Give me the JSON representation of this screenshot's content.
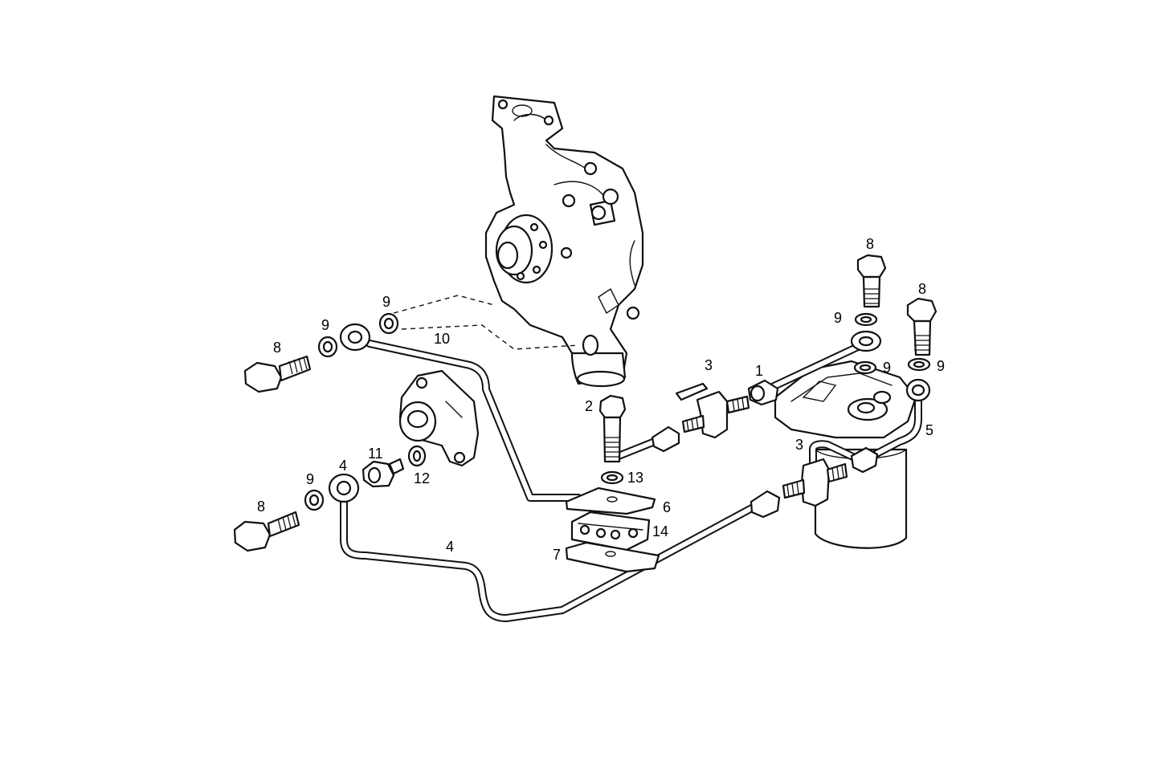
{
  "labels": {
    "l1": "1",
    "l2": "2",
    "l3a": "3",
    "l3b": "3",
    "l4a": "4",
    "l4b": "4",
    "l5": "5",
    "l6": "6",
    "l7": "7",
    "l8a": "8",
    "l8b": "8",
    "l8c": "8",
    "l8d": "8",
    "l9a": "9",
    "l9b": "9",
    "l9c": "9",
    "l9d": "9",
    "l9e": "9",
    "l9f": "9",
    "l10": "10",
    "l11": "11",
    "l12": "12",
    "l13": "13",
    "l14": "14"
  }
}
